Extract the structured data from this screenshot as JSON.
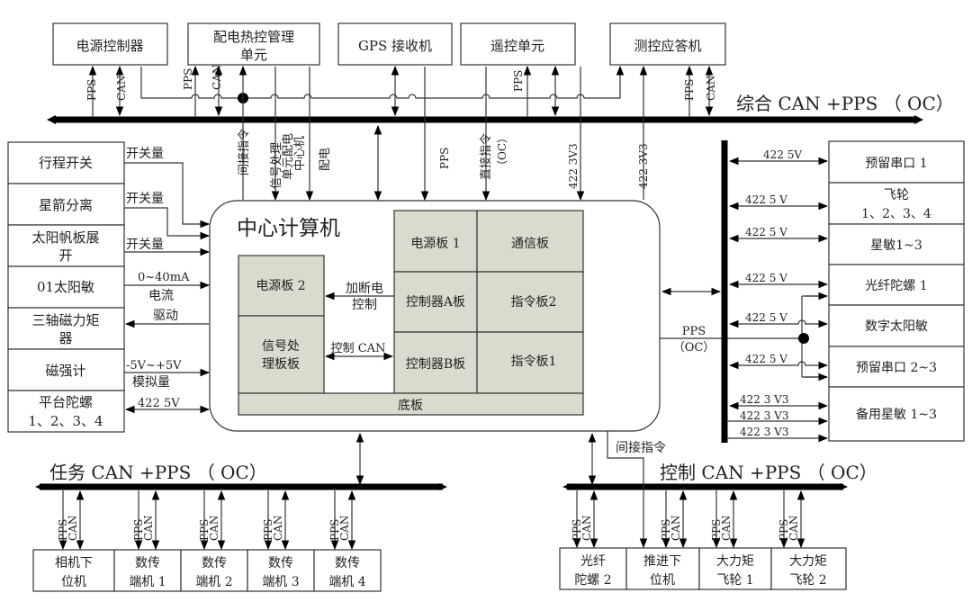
{
  "diagram": {
    "top_units": [
      {
        "label": "电源控制器"
      },
      {
        "label_line1": "配电热控管理",
        "label_line2": "单元"
      },
      {
        "label": "GPS 接收机"
      },
      {
        "label": "遥控单元"
      },
      {
        "label": "测控应答机"
      }
    ],
    "buses": {
      "integrated": "综合 CAN +PPS （ OC）",
      "task": "任务 CAN +PPS （ OC）",
      "control": "控制 CAN +PPS （ OC）"
    },
    "signals": {
      "pps": "PPS",
      "can": "CAN",
      "indirect_cmd": "间接指令",
      "sig_proc_1": "信号处理",
      "sig_proc_2": "单元配电",
      "sig_proc_3": "中心机",
      "power_dist": "配电",
      "direct_cmd": "直接指令",
      "oc": "（OC）",
      "v3_1": "422 3V3",
      "v3_2": "422 3V3",
      "switch": "开关量",
      "current_range": "0~40mA",
      "current": "电流",
      "drive": "驱动",
      "analog_range": "-5V~+5V",
      "analog": "模拟量",
      "rs422_5v": "422 5V",
      "rs422_5v_s": "422 5 V",
      "rs422_3v3": "422 3 V3",
      "pps_oc_1": "PPS",
      "pps_oc_2": "（OC）",
      "indirect_cmd_bottom": "间接指令"
    },
    "left_units": [
      {
        "label": "行程开关"
      },
      {
        "label": "星箭分离"
      },
      {
        "line1": "太阳帆板展",
        "line2": "开"
      },
      {
        "label": "01太阳敏"
      },
      {
        "line1": "三轴磁力矩",
        "line2": "器"
      },
      {
        "label": "磁强计"
      },
      {
        "line1": "平台陀螺",
        "line2": "1、2、3、4"
      }
    ],
    "right_units": [
      {
        "label": "预留串口 1"
      },
      {
        "line1": "飞轮",
        "line2": "1、2、3、4"
      },
      {
        "label": "星敏1~3"
      },
      {
        "label": "光纤陀螺 1"
      },
      {
        "label": "数字太阳敏"
      },
      {
        "label": "预留串口 2~3"
      },
      {
        "label": "备用星敏 1~3"
      }
    ],
    "center": {
      "title": "中心计算机",
      "power_board_2": "电源板 2",
      "signal_board_1": "信号处",
      "signal_board_2": "理板板",
      "power_ctrl_1": "加断电",
      "power_ctrl_2": "控制",
      "ctrl_can": "控制 CAN",
      "power_board_1": "电源板 1",
      "comm_board": "通信板",
      "ctrl_a": "控制器A板",
      "cmd_board_2": "指令板2",
      "ctrl_b": "控制器B板",
      "cmd_board_1": "指令板1",
      "backplane": "底板"
    },
    "task_units": [
      {
        "line1": "相机下",
        "line2": "位机"
      },
      {
        "line1": "数传",
        "line2": "端机 1"
      },
      {
        "line1": "数传",
        "line2": "端机 2"
      },
      {
        "line1": "数传",
        "line2": "端机 3"
      },
      {
        "line1": "数传",
        "line2": "端机 4"
      }
    ],
    "control_units": [
      {
        "line1": "光纤",
        "line2": "陀螺 2"
      },
      {
        "line1": "推进下",
        "line2": "位机"
      },
      {
        "line1": "大力矩",
        "line2": "飞轮 1"
      },
      {
        "line1": "大力矩",
        "line2": "飞轮 2"
      }
    ]
  }
}
